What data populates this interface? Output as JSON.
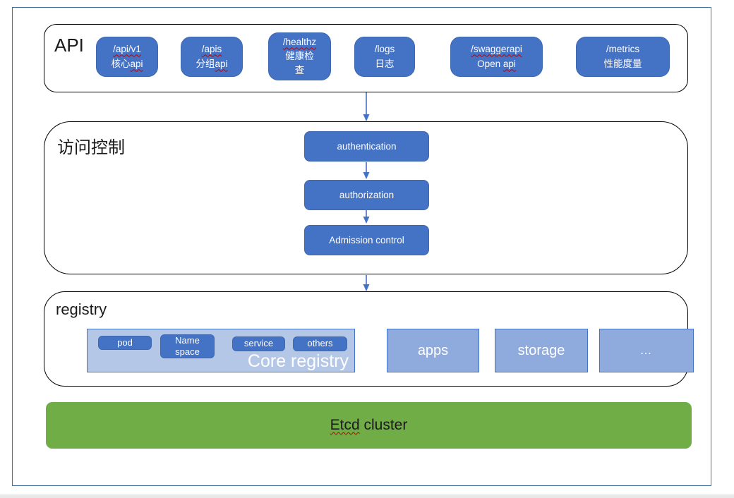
{
  "colors": {
    "box_blue": "#4472C4",
    "box_blue_border": "#3E68B0",
    "light_blue_fill": "#B4C7E7",
    "mid_blue_fill": "#8FAADC",
    "green": "#70AD47",
    "frame_border": "#41719C",
    "squiggle_red": "#C00000",
    "outline_black": "#000000"
  },
  "api": {
    "label": "API",
    "boxes": [
      {
        "name": "api-v1",
        "lines": [
          [
            {
              "t": "/api/v1",
              "sq": true
            }
          ],
          [
            {
              "t": "核心",
              "sq": false
            },
            {
              "t": "api",
              "sq": true
            }
          ]
        ]
      },
      {
        "name": "apis",
        "lines": [
          [
            {
              "t": "/apis",
              "sq": true
            }
          ],
          [
            {
              "t": "分组",
              "sq": false
            },
            {
              "t": "api",
              "sq": true
            }
          ]
        ]
      },
      {
        "name": "healthz",
        "lines": [
          [
            {
              "t": "/healthz",
              "sq": true
            }
          ],
          [
            {
              "t": "健康检",
              "sq": false
            }
          ],
          [
            {
              "t": "查",
              "sq": false
            }
          ]
        ]
      },
      {
        "name": "logs",
        "lines": [
          [
            {
              "t": "/logs",
              "sq": false
            }
          ],
          [
            {
              "t": "日志",
              "sq": false
            }
          ]
        ]
      },
      {
        "name": "swaggerapi",
        "lines": [
          [
            {
              "t": "/swaggerapi",
              "sq": true
            }
          ],
          [
            {
              "t": "Open ",
              "sq": false
            },
            {
              "t": "api",
              "sq": true
            }
          ]
        ]
      },
      {
        "name": "metrics",
        "lines": [
          [
            {
              "t": "/metrics",
              "sq": false
            }
          ],
          [
            {
              "t": "性能度量",
              "sq": false
            }
          ]
        ]
      }
    ]
  },
  "access": {
    "label": "访问控制",
    "boxes": [
      "authentication",
      "authorization",
      "Admission control"
    ]
  },
  "registry": {
    "label": "registry",
    "core": {
      "title": "Core registry",
      "items": [
        "pod",
        "Name space",
        "service",
        "others"
      ]
    },
    "side_boxes": [
      "apps",
      "storage",
      "…"
    ]
  },
  "etcd": {
    "lines": [
      [
        {
          "t": "Etcd",
          "sq": true
        },
        {
          "t": " cluster",
          "sq": false
        }
      ]
    ]
  }
}
